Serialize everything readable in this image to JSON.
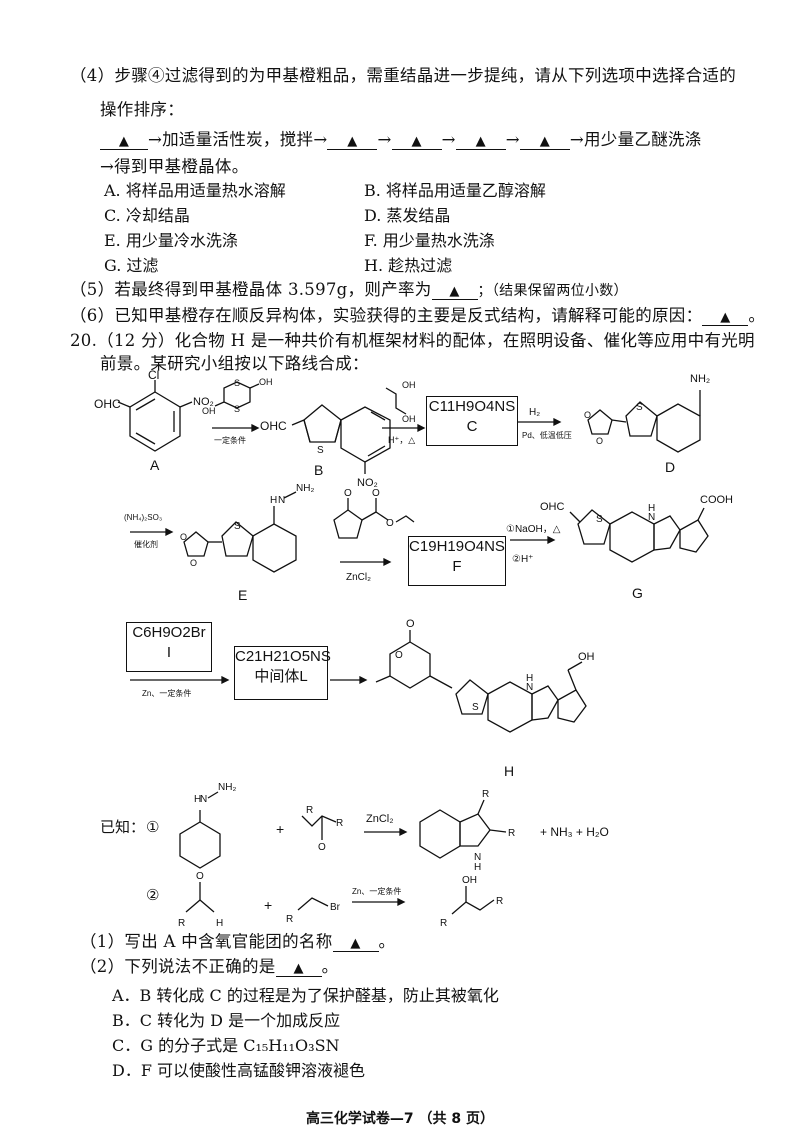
{
  "q19": {
    "part4_line1": "（4）步骤④过滤得到的为甲基橙粗品，需重结晶进一步提纯，请从下列选项中选择合适的",
    "part4_line2": "操作排序：",
    "blank_mark": "▲",
    "step_text1": "→加适量活性炭，搅拌→",
    "arrow": "→",
    "step_text2": "→用少量乙醚洗涤",
    "step_text3": "→得到甲基橙晶体。",
    "options": [
      {
        "label": "A. 将样品用适量热水溶解"
      },
      {
        "label": "B. 将样品用适量乙醇溶解"
      },
      {
        "label": "C. 冷却结晶"
      },
      {
        "label": "D. 蒸发结晶"
      },
      {
        "label": "E. 用少量冷水洗涤"
      },
      {
        "label": "F. 用少量热水洗涤"
      },
      {
        "label": "G. 过滤"
      },
      {
        "label": "H. 趁热过滤"
      }
    ],
    "part5_a": "（5）若最终得到甲基橙晶体 3.597g，则产率为",
    "part5_b": "；（结果保留两位小数）",
    "part6": "（6）已知甲基橙存在顺反异构体，实验获得的主要是反式结构，请解释可能的原因：",
    "part6_end": "。"
  },
  "q20": {
    "intro1": "20.（12 分）化合物 H 是一种共价有机框架材料的配体，在照明设备、催化等应用中有光明",
    "intro2": "前景。某研究小组按以下路线合成：",
    "labels": {
      "A": "A",
      "B": "B",
      "C": "C",
      "D": "D",
      "E": "E",
      "F": "F",
      "G": "G",
      "H": "H",
      "I": "I"
    },
    "formulas": {
      "C": "C11H9O4NS",
      "F": "C19H19O4NS",
      "I": "C6H9O2Br",
      "L": "C21H21O5NS",
      "L_name": "中间体L"
    },
    "reagents": {
      "a_b": "一定条件",
      "b_c1": "H⁺，△",
      "c_d1": "H₂",
      "c_d2": "Pd、低温低压",
      "d_e1": "(NH₄)₂SO₃",
      "d_e2": "催化剂",
      "e_f": "ZnCl₂",
      "f_g1": "①NaOH，△",
      "f_g2": "②H⁺",
      "i_l": "Zn、一定条件"
    },
    "groups": {
      "OHC": "OHC",
      "Cl": "Cl",
      "NO2": "NO₂",
      "NH2": "NH₂",
      "COOH": "COOH",
      "OH": "OH",
      "N": "N",
      "H": "H",
      "S": "S",
      "O": "O"
    },
    "known_label": "已知：",
    "known1": "①",
    "known2": "②",
    "known_products1": "+ NH₃ + H₂O",
    "known_reagent1": "ZnCl₂",
    "known_reagent2": "Zn、一定条件",
    "r": {
      "R1": "R",
      "R2": "R",
      "R3": "R",
      "Br": "Br"
    },
    "sub1": "（1）写出 A 中含氧官能团的名称",
    "sub1_end": "。",
    "sub2": "（2）下列说法不正确的是",
    "sub2_end": "。",
    "choices": [
      {
        "label": "A．B 转化成 C 的过程是为了保护醛基，防止其被氧化"
      },
      {
        "label": "B．C 转化为 D 是一个加成反应"
      },
      {
        "label": "C．G 的分子式是 C₁₅H₁₁O₃SN"
      },
      {
        "label": "D．F 可以使酸性高锰酸钾溶液褪色"
      }
    ]
  },
  "footer": "高三化学试卷—7 （共 8 页）"
}
